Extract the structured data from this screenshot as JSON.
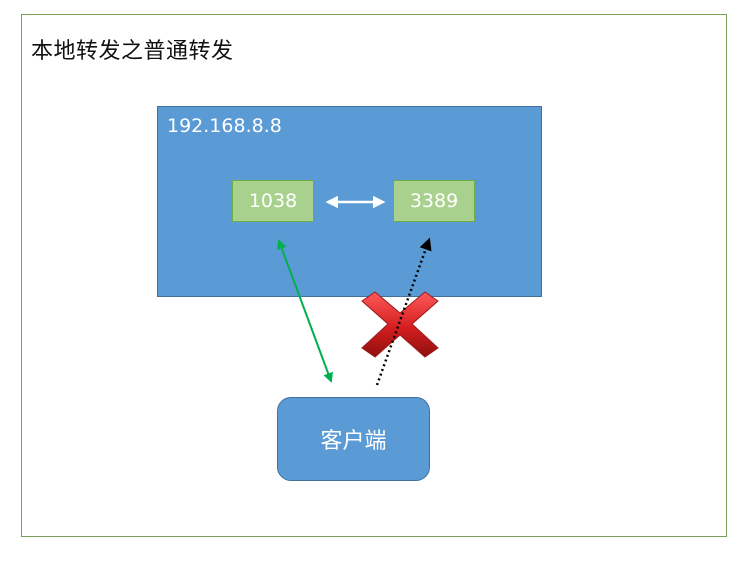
{
  "diagram": {
    "title": "本地转发之普通转发",
    "host": {
      "ip": "192.168.8.8",
      "ports": [
        "1038",
        "3389"
      ]
    },
    "client": {
      "label": "客户端"
    }
  },
  "colors": {
    "host_fill": "#5b9bd5",
    "port_fill": "#a9d18e",
    "allowed_link": "#00b050",
    "blocked_link": "#000000",
    "blocked_mark": "#c00000"
  }
}
